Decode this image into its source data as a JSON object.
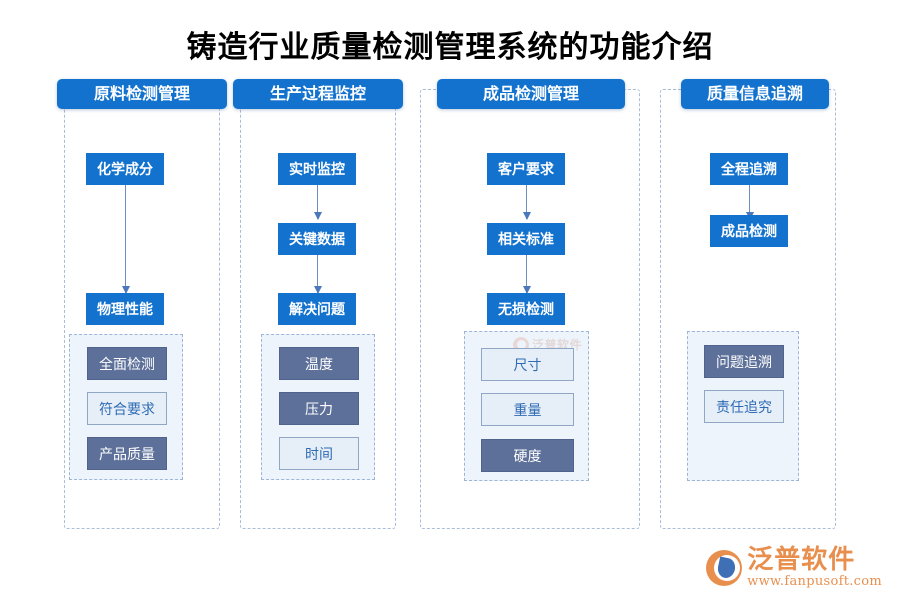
{
  "title": "铸造行业质量检测管理系统的功能介绍",
  "colors": {
    "header_blue": "#1272ce",
    "node_blue": "#1272ce",
    "chip_dark": "#5d7099",
    "chip_light": "#e6eff8",
    "chip_light_text": "#2f6bb5",
    "panel_bg": "#eef4fb",
    "dashed_border": "#a9bcd8",
    "brand_orange": "#e98f4e"
  },
  "columns": [
    {
      "header": "原料检测管理",
      "flow": [
        "化学成分",
        "物理性能"
      ],
      "chips": [
        {
          "label": "全面检测",
          "style": "dark"
        },
        {
          "label": "符合要求",
          "style": "light"
        },
        {
          "label": "产品质量",
          "style": "dark"
        }
      ]
    },
    {
      "header": "生产过程监控",
      "flow": [
        "实时监控",
        "关键数据",
        "解决问题"
      ],
      "chips": [
        {
          "label": "温度",
          "style": "dark"
        },
        {
          "label": "压力",
          "style": "dark"
        },
        {
          "label": "时间",
          "style": "light"
        }
      ]
    },
    {
      "header": "成品检测管理",
      "flow": [
        "客户要求",
        "相关标准",
        "无损检测"
      ],
      "chips": [
        {
          "label": "尺寸",
          "style": "light"
        },
        {
          "label": "重量",
          "style": "light"
        },
        {
          "label": "硬度",
          "style": "dark"
        }
      ]
    },
    {
      "header": "质量信息追溯",
      "flow": [
        "全程追溯",
        "成品检测"
      ],
      "chips": [
        {
          "label": "问题追溯",
          "style": "dark"
        },
        {
          "label": "责任追究",
          "style": "light"
        }
      ]
    }
  ],
  "watermark": {
    "text": "泛普软件"
  },
  "brand": {
    "name": "泛普软件",
    "url": "www.fanpusoft.com"
  }
}
